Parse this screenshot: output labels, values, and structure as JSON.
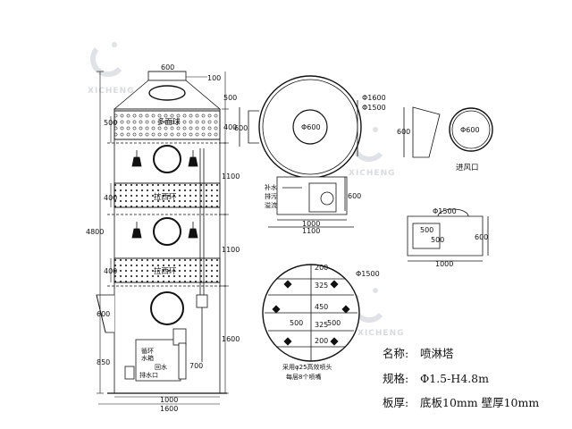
{
  "watermark": {
    "brand": "XICHENG"
  },
  "tower": {
    "labels": {
      "top_packing": "多面球",
      "mid_packing_1": "拉西环",
      "mid_packing_2": "拉西环"
    },
    "dims": {
      "top_width": "600",
      "top_offset": "100",
      "total_height": "4800",
      "seg_500_top": "500",
      "seg_400_top": "400",
      "seg_1100_a": "1100",
      "seg_1100_b": "1100",
      "seg_1600": "1600",
      "seg_700": "700",
      "left_500": "500",
      "left_400_a": "400",
      "left_400_b": "400",
      "left_600": "600",
      "left_850": "850",
      "bottom_1000": "1000",
      "bottom_1600": "1600"
    },
    "tank_labels": {
      "l1": "循环",
      "l2": "水箱",
      "l3": "回水",
      "l4": "排水口"
    }
  },
  "top_view": {
    "dims": {
      "d1600": "Φ1600",
      "d1500": "Φ1500",
      "d600": "Φ600",
      "left_600": "600",
      "right_600": "600",
      "w1000": "1000",
      "w1100": "1100"
    },
    "small_labels": {
      "a": "补水",
      "b": "排污",
      "c": "溢流"
    }
  },
  "inlet_view": {
    "label": "进风口",
    "dims": {
      "h600": "600",
      "d600": "Φ600"
    }
  },
  "tank_view": {
    "dims": {
      "d1500": "Φ1500",
      "h500": "500",
      "h500b": "500",
      "h600": "600",
      "w1000": "1000"
    }
  },
  "spray_view": {
    "dims": {
      "d1500": "Φ1500",
      "r200a": "200",
      "r325a": "325",
      "r450": "450",
      "r325b": "325",
      "r200b": "200",
      "w500": "500",
      "w500b": "500"
    },
    "note_line1": "采用φ25高效喷头",
    "note_line2": "每层8个喷嘴"
  },
  "specs": {
    "name_label": "名称:",
    "name_value": "喷淋塔",
    "spec_label": "规格:",
    "spec_value": "Φ1.5-H4.8m",
    "plate_label": "板厚:",
    "plate_value": "底板10mm 壁厚10mm"
  }
}
